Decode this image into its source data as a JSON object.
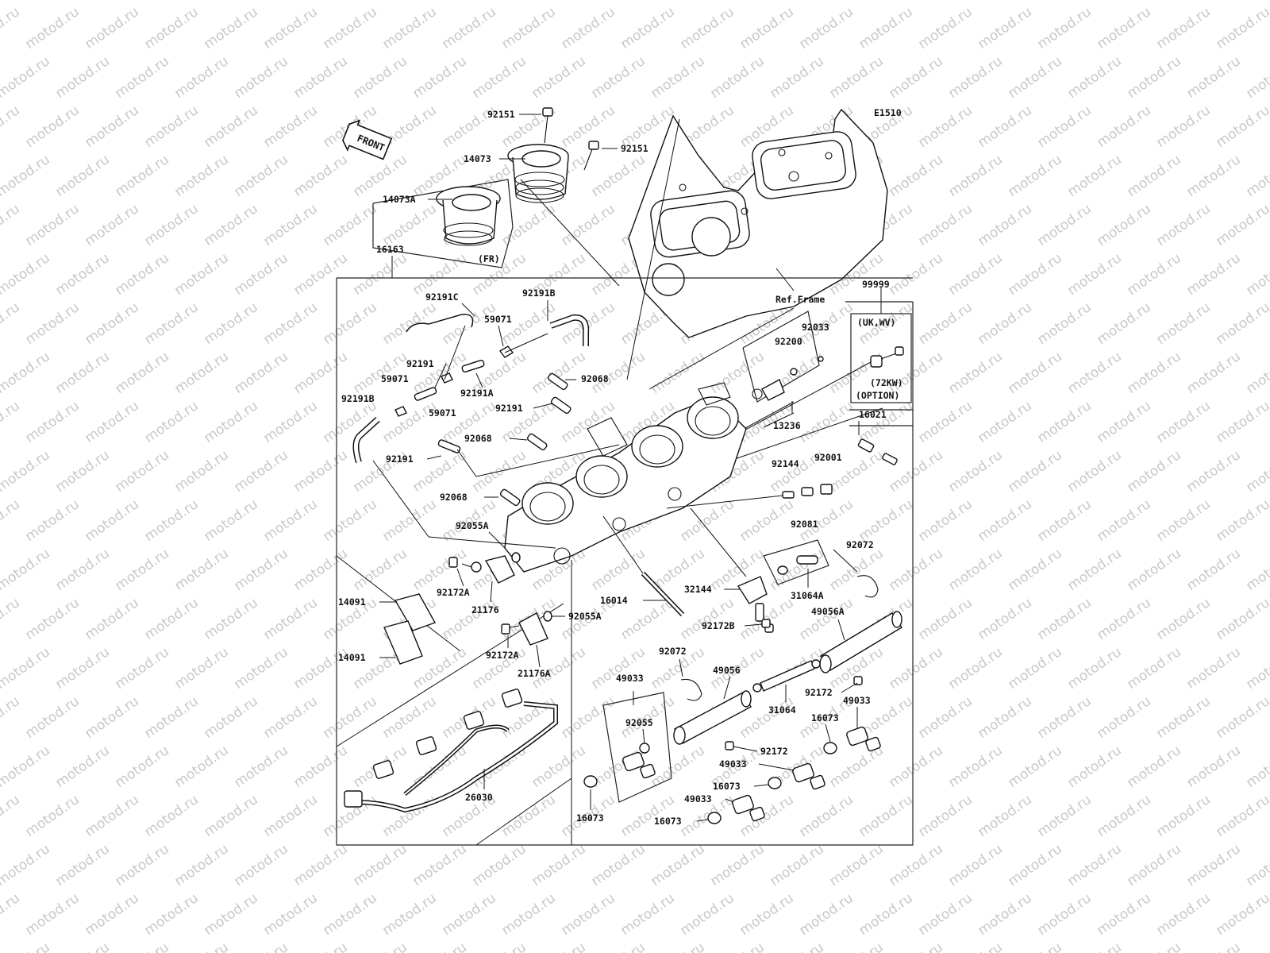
{
  "diagram_code": "E1510",
  "front_label": "FRONT",
  "watermark": "motod.ru",
  "notes": {
    "fr": "(FR)",
    "ref_frame": "Ref.Frame",
    "uk_wv": "(UK,WV)",
    "kw72": "(72KW)",
    "option": "(OPTION)"
  },
  "part_labels": {
    "p92151a": "92151",
    "p92151b": "92151",
    "p14073": "14073",
    "p14073A": "14073A",
    "p16163": "16163",
    "p92191C": "92191C",
    "p92191B_top": "92191B",
    "p59071a": "59071",
    "p92191a": "92191",
    "p92191A": "92191A",
    "p59071b": "59071",
    "p59071c": "59071",
    "p92068a": "92068",
    "p92191B_left": "92191B",
    "p92191b": "92191",
    "p92191c": "92191",
    "p92068b": "92068",
    "p92068c": "92068",
    "p92055A_top": "92055A",
    "p92172A_a": "92172A",
    "p21176": "21176",
    "p14091a": "14091",
    "p14091b": "14091",
    "p92172A_b": "92172A",
    "p21176A": "21176A",
    "p92055A_bot": "92055A",
    "p16014": "16014",
    "p32144": "32144",
    "p92172B": "92172B",
    "p92033": "92033",
    "p92200": "92200",
    "p13236": "13236",
    "p99999": "99999",
    "p16021": "16021",
    "p92144": "92144",
    "p92001": "92001",
    "p92081": "92081",
    "p92072a": "92072",
    "p31064A": "31064A",
    "p49056A": "49056A",
    "p92072b": "92072",
    "p49056": "49056",
    "p49033a": "49033",
    "p92055": "92055",
    "p31064": "31064",
    "p92172a": "92172",
    "p49033b": "49033",
    "p16073a": "16073",
    "p92172b": "92172",
    "p49033c": "49033",
    "p16073b": "16073",
    "p49033d": "49033",
    "p16073c": "16073",
    "p16073d": "16073",
    "p26030": "26030"
  }
}
